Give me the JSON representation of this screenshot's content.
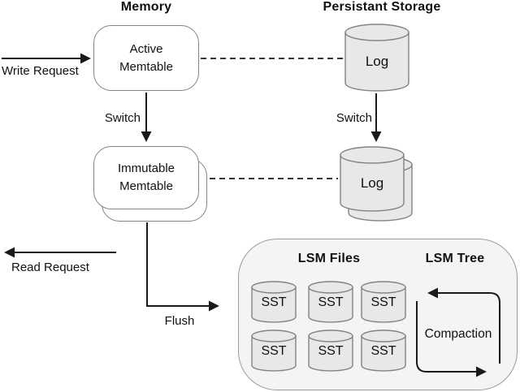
{
  "titles": {
    "memory": "Memory",
    "storage": "Persistant Storage"
  },
  "nodes": {
    "active_memtable": "Active Memtable",
    "immutable_memtable": "Immutable Memtable",
    "log_top": "Log",
    "log_bottom": "Log"
  },
  "labels": {
    "write_request": "Write Request",
    "read_request": "Read Request",
    "switch_left": "Switch",
    "switch_right": "Switch",
    "flush": "Flush",
    "compaction": "Compaction"
  },
  "lsm": {
    "files_title": "LSM Files",
    "tree_title": "LSM Tree",
    "sst": [
      "SST",
      "SST",
      "SST",
      "SST",
      "SST",
      "SST"
    ]
  },
  "colors": {
    "node_fill": "#ffffff",
    "cylinder_fill": "#e8e8e8",
    "container_fill": "#f4f4f4",
    "border": "#838383",
    "arrow": "#1a1a1a"
  }
}
